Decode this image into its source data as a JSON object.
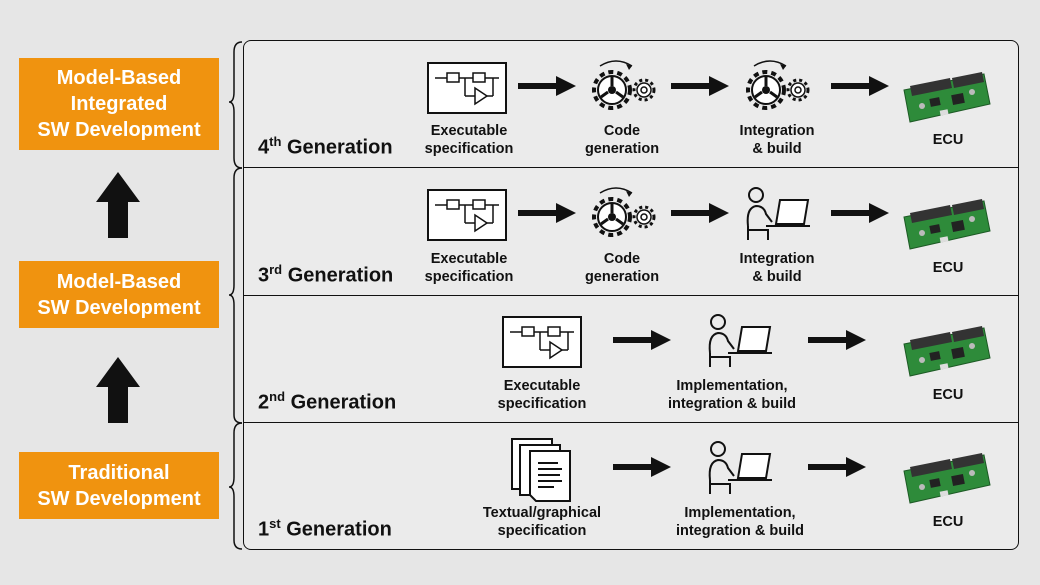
{
  "stages": {
    "mbi": "Model-Based\nIntegrated\nSW Development",
    "mb": "Model-Based\nSW Development",
    "traditional": "Traditional\nSW Development"
  },
  "generations": [
    {
      "ordinal": "4",
      "suffix": "th",
      "word": "Generation",
      "steps": [
        "Executable\nspecification",
        "Code\ngeneration",
        "Integration\n& build",
        "ECU"
      ]
    },
    {
      "ordinal": "3",
      "suffix": "rd",
      "word": "Generation",
      "steps": [
        "Executable\nspecification",
        "Code\ngeneration",
        "Integration\n& build",
        "ECU"
      ]
    },
    {
      "ordinal": "2",
      "suffix": "nd",
      "word": "Generation",
      "steps": [
        "Executable\nspecification",
        "Implementation,\nintegration & build",
        "ECU"
      ]
    },
    {
      "ordinal": "1",
      "suffix": "st",
      "word": "Generation",
      "steps": [
        "Textual/graphical\nspecification",
        "Implementation,\nintegration & build",
        "ECU"
      ]
    }
  ],
  "icons": [
    "block-diagram-icon",
    "gears-icon",
    "person-at-computer-icon",
    "ecu-board-icon",
    "documents-icon",
    "right-arrow-icon",
    "up-arrow-icon",
    "curly-brace-icon"
  ],
  "colors": {
    "stage_box": "#f0930f",
    "background": "#e6e6e6",
    "board_green": "#2e8b3a"
  }
}
